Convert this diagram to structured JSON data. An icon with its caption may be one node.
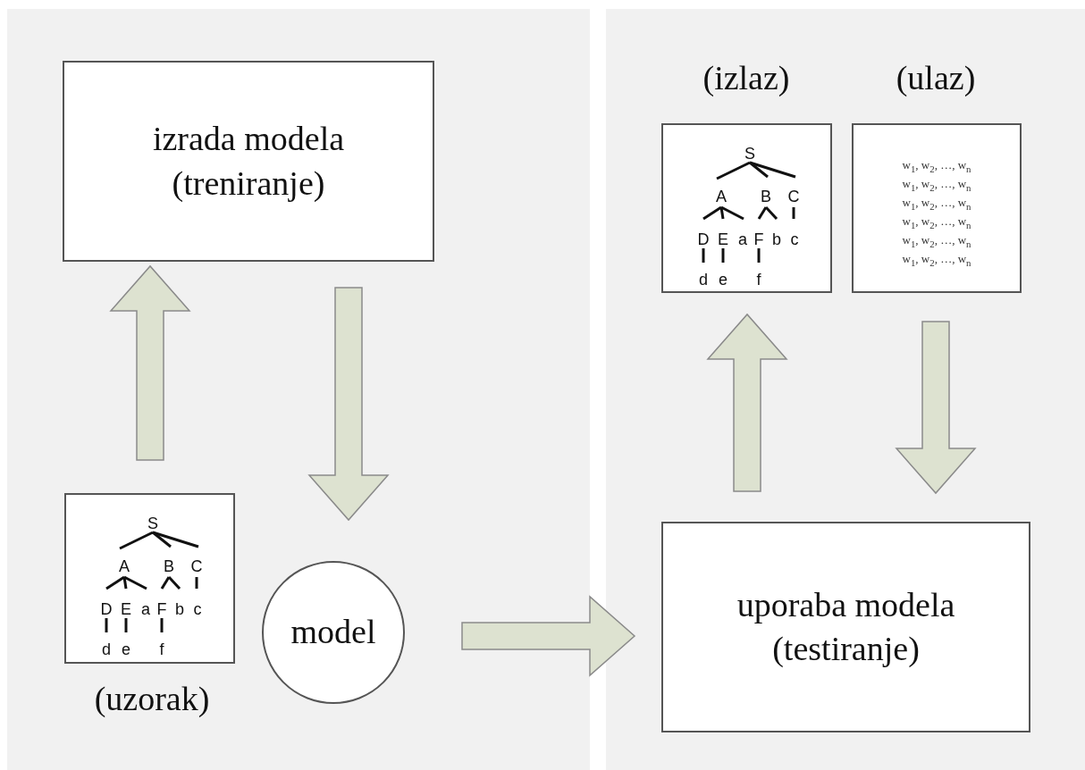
{
  "diagram": {
    "nodes": [
      {
        "text": [
          "izrada modela (treniranje)"
        ]
      },
      {
        "text": [
          "S",
          "A",
          "B",
          "C",
          "D",
          "E",
          "a",
          "F",
          "b",
          "c",
          "d",
          "e",
          "f"
        ],
        "beside": [
          "(uzorak)"
        ]
      },
      {
        "text": [
          "model"
        ]
      },
      {
        "text": [
          "uporaba modela (testiranje)"
        ]
      },
      {
        "text": [
          "S",
          "A",
          "B",
          "C",
          "D",
          "E",
          "a",
          "F",
          "b",
          "c",
          "d",
          "e",
          "f"
        ],
        "beside": [
          "(izlaz)"
        ]
      },
      {
        "text": [
          "w$_{1}$, w$_{2}$, …, w$_{n}$",
          "w$_{1}$, w$_{2}$, …, w$_{n}$",
          "w$_{1}$, w$_{2}$, …, w$_{n}$",
          "w$_{1}$, w$_{2}$, …, w$_{n}$",
          "w$_{1}$, w$_{2}$, …, w$_{n}$",
          "w$_{1}$, w$_{2}$, …, w$_{n}$"
        ],
        "beside": [
          "(ulaz)"
        ]
      }
    ],
    "edges": [
      {
        "from": 1,
        "to": 0,
        "arrow": "to"
      },
      {
        "from": 0,
        "to": 2,
        "arrow": "to"
      },
      {
        "from": 2,
        "to": 3,
        "arrow": "to"
      },
      {
        "from": 5,
        "to": 3,
        "arrow": "to"
      },
      {
        "from": 3,
        "to": 4,
        "arrow": "to"
      }
    ]
  }
}
